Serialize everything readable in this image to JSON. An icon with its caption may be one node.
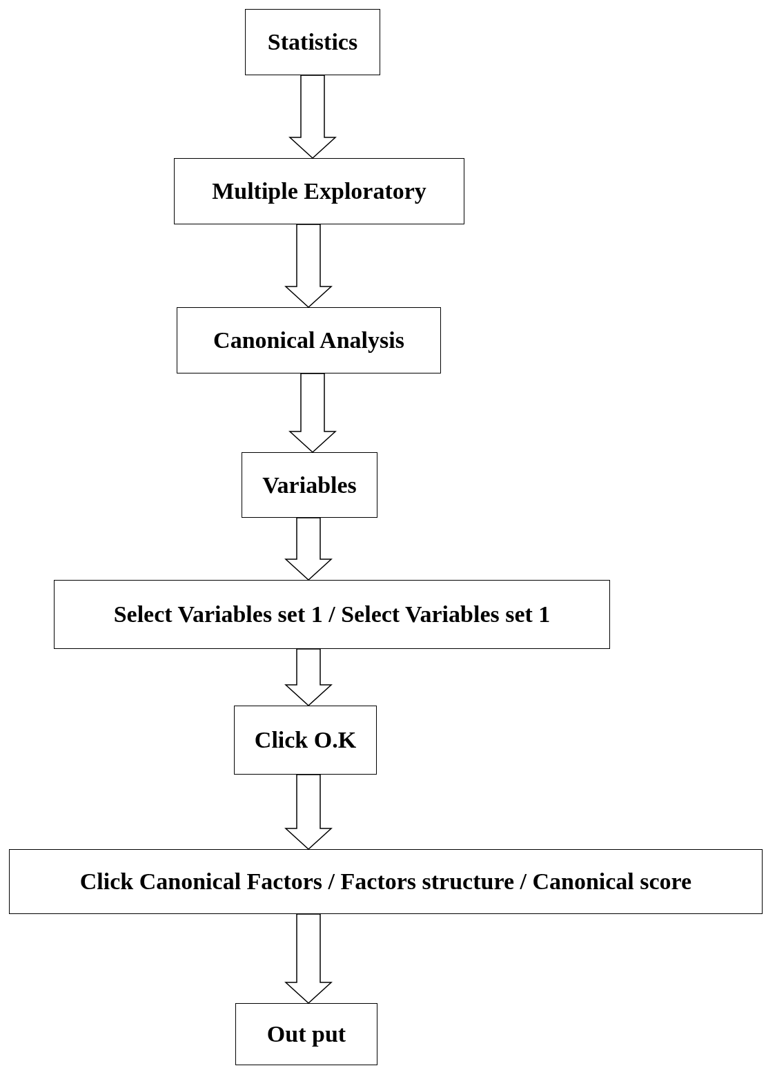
{
  "diagram": {
    "nodes": [
      {
        "text": [
          "Statistics"
        ]
      },
      {
        "text": [
          "Multiple Exploratory"
        ]
      },
      {
        "text": [
          "Canonical Analysis"
        ]
      },
      {
        "text": [
          "Variables"
        ]
      },
      {
        "text": [
          "Select Variables set 1 / Select Variables set 1"
        ]
      },
      {
        "text": [
          "Click O.K"
        ]
      },
      {
        "text": [
          "Click Canonical Factors / Factors structure / Canonical score"
        ]
      },
      {
        "text": [
          "Out put"
        ]
      }
    ],
    "edges": [
      {
        "from": 0,
        "to": 1,
        "arrow": "to"
      },
      {
        "from": 1,
        "to": 2,
        "arrow": "to"
      },
      {
        "from": 2,
        "to": 3,
        "arrow": "to"
      },
      {
        "from": 3,
        "to": 4,
        "arrow": "to"
      },
      {
        "from": 4,
        "to": 5,
        "arrow": "to"
      },
      {
        "from": 5,
        "to": 6,
        "arrow": "to"
      },
      {
        "from": 6,
        "to": 7,
        "arrow": "to"
      }
    ]
  }
}
